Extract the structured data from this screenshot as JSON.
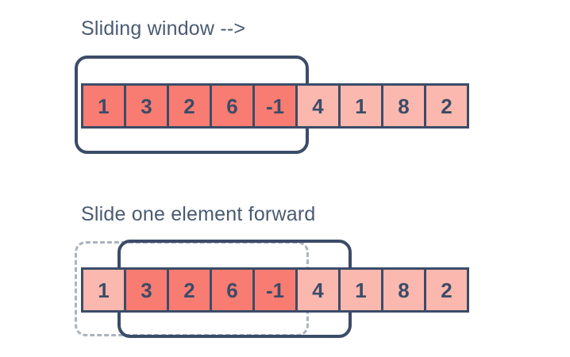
{
  "palette": {
    "background": "#ffffff",
    "border_navy": "#3b4c68",
    "text_slate": "#4a5b72",
    "cell_highlight": "#f97c72",
    "cell_normal": "#fbb8ae",
    "ghost_dash": "#aab4bf"
  },
  "diagram": {
    "title_row1": "Sliding window -->",
    "title_row2": "Slide one element forward",
    "array_values": [
      "1",
      "3",
      "2",
      "6",
      "-1",
      "4",
      "1",
      "8",
      "2"
    ],
    "row1": {
      "caption": "Sliding window -->",
      "cells": [
        {
          "value": "1",
          "state": "highlight"
        },
        {
          "value": "3",
          "state": "highlight"
        },
        {
          "value": "2",
          "state": "highlight"
        },
        {
          "value": "6",
          "state": "highlight"
        },
        {
          "value": "-1",
          "state": "highlight"
        },
        {
          "value": "4",
          "state": "normal"
        },
        {
          "value": "1",
          "state": "normal"
        },
        {
          "value": "8",
          "state": "normal"
        },
        {
          "value": "2",
          "state": "normal"
        }
      ],
      "window": {
        "start_index": 0,
        "end_index": 4,
        "size": 5,
        "style": "solid"
      }
    },
    "row2": {
      "caption": "Slide one element forward",
      "cells": [
        {
          "value": "1",
          "state": "normal"
        },
        {
          "value": "3",
          "state": "highlight"
        },
        {
          "value": "2",
          "state": "highlight"
        },
        {
          "value": "6",
          "state": "highlight"
        },
        {
          "value": "-1",
          "state": "highlight"
        },
        {
          "value": "4",
          "state": "normal"
        },
        {
          "value": "1",
          "state": "normal"
        },
        {
          "value": "8",
          "state": "normal"
        },
        {
          "value": "2",
          "state": "normal"
        }
      ],
      "window": {
        "start_index": 1,
        "end_index": 5,
        "size": 5,
        "style": "solid"
      },
      "window_ghost": {
        "start_index": 0,
        "end_index": 4,
        "size": 5,
        "style": "dashed"
      }
    }
  }
}
